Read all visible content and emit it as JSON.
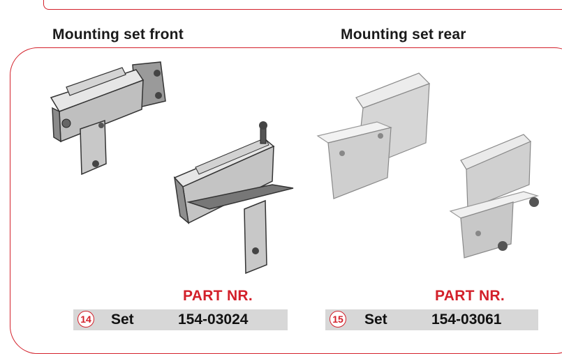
{
  "front": {
    "heading": "Mounting set front",
    "part_label": "PART NR.",
    "badge": "14",
    "set_word": "Set",
    "part_number": "154-03024"
  },
  "rear": {
    "heading": "Mounting set rear",
    "part_label": "PART NR.",
    "badge": "15",
    "set_word": "Set",
    "part_number": "154-03061"
  },
  "colors": {
    "accent": "#d3202a",
    "bar": "#d7d7d7",
    "text": "#1a1a1a"
  }
}
